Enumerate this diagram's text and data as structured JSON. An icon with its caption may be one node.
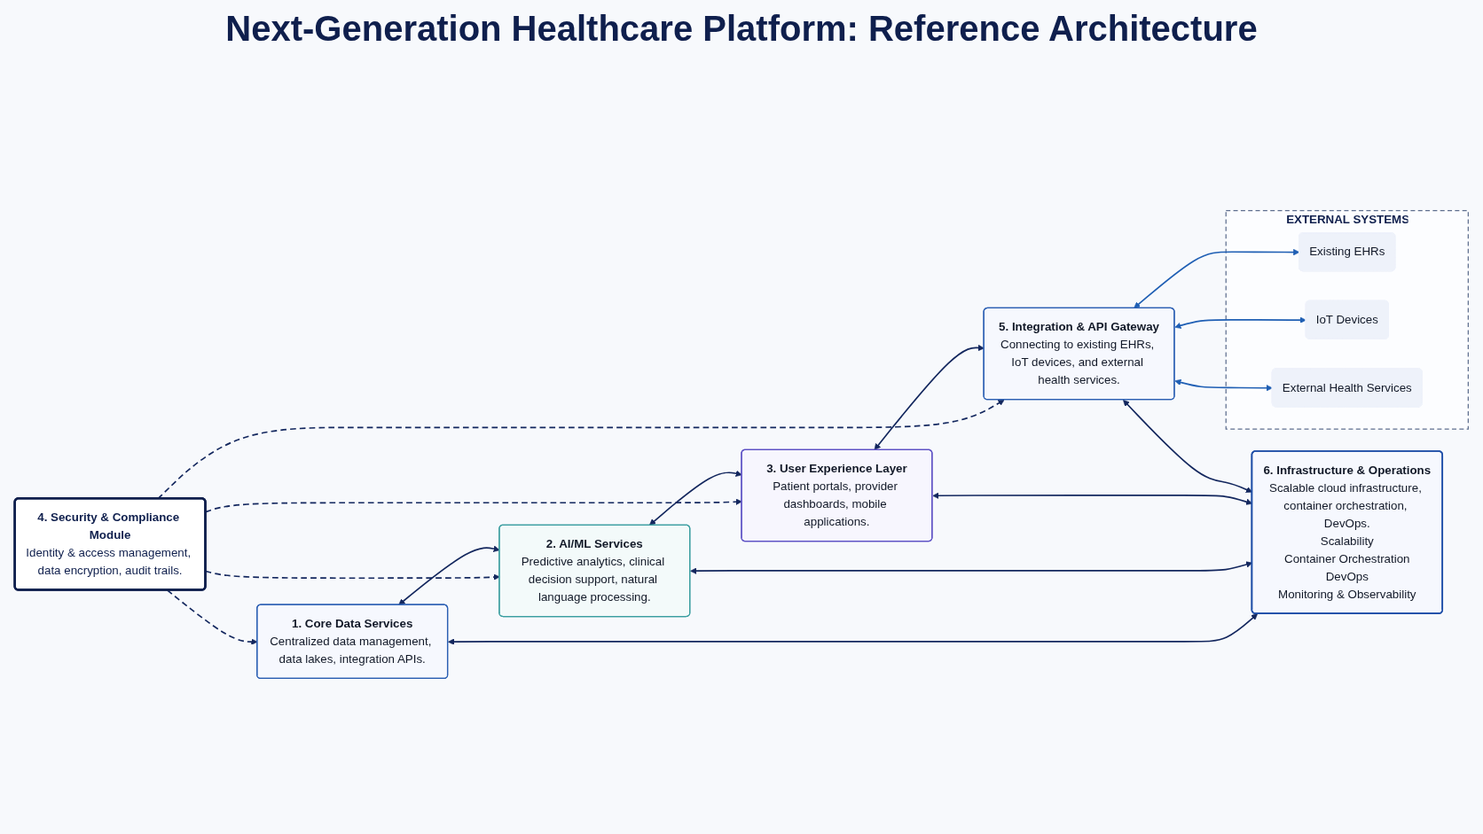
{
  "diagram": {
    "title": "Next-Generation Healthcare Platform: Reference Architecture",
    "nodes": [
      {
        "text": [
          "4. Security & Compliance Module",
          "Identity & access management, data encryption, audit trails."
        ]
      },
      {
        "text": [
          "1. Core Data Services",
          "Centralized data management, data lakes, integration APIs."
        ]
      },
      {
        "text": [
          "2. AI/ML Services",
          "Predictive analytics, clinical decision support, natural language processing."
        ]
      },
      {
        "text": [
          "3. User Experience Layer",
          "Patient portals, provider dashboards, mobile applications."
        ]
      },
      {
        "text": [
          "5. Integration & API Gateway",
          "Connecting to existing EHRs, IoT devices, and external health services."
        ]
      },
      {
        "text": [
          "EXTERNAL SYSTEMS"
        ]
      },
      {
        "text": [
          "Existing EHRs"
        ],
        "in": 5
      },
      {
        "text": [
          "IoT Devices"
        ],
        "in": 5
      },
      {
        "text": [
          "External Health Services"
        ],
        "in": 5
      },
      {
        "text": [
          "6. Infrastructure & Operations",
          "Scalable cloud infrastructure, container orchestration, DevOps.",
          "Scalability",
          "Container Orchestration",
          "DevOps",
          "Monitoring & Observability"
        ]
      }
    ],
    "edges": [
      {
        "from": 0,
        "to": 1,
        "arrow": "to",
        "style": "dashed"
      },
      {
        "from": 0,
        "to": 2,
        "arrow": "to",
        "style": "dashed"
      },
      {
        "from": 0,
        "to": 3,
        "arrow": "to",
        "style": "dashed"
      },
      {
        "from": 0,
        "to": 4,
        "arrow": "to",
        "style": "dashed"
      },
      {
        "from": 1,
        "to": 2,
        "arrow": "both"
      },
      {
        "from": 2,
        "to": 3,
        "arrow": "both"
      },
      {
        "from": 3,
        "to": 4,
        "arrow": "both"
      },
      {
        "from": 4,
        "to": 6,
        "arrow": "both",
        "color": "#1f5fb4"
      },
      {
        "from": 4,
        "to": 7,
        "arrow": "both",
        "color": "#1f5fb4"
      },
      {
        "from": 4,
        "to": 8,
        "arrow": "both",
        "color": "#1f5fb4"
      },
      {
        "from": 1,
        "to": 9,
        "arrow": "both"
      },
      {
        "from": 2,
        "to": 9,
        "arrow": "both"
      },
      {
        "from": 3,
        "to": 9,
        "arrow": "both"
      },
      {
        "from": 4,
        "to": 9,
        "arrow": "both"
      }
    ]
  }
}
